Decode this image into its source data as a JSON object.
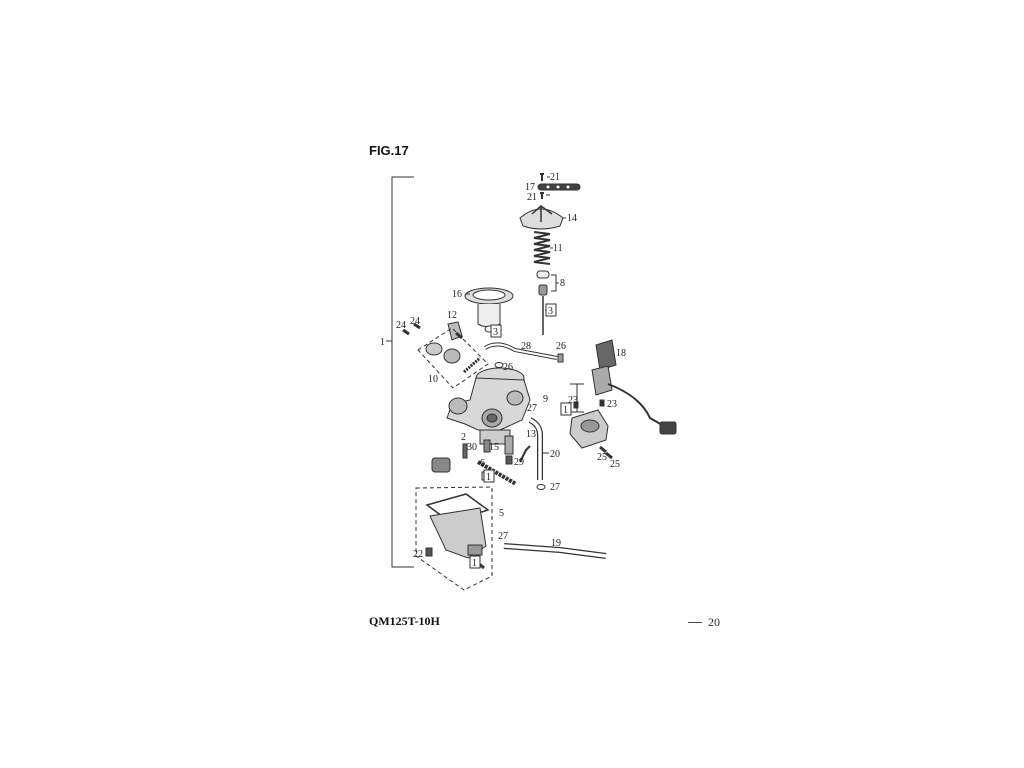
{
  "page": {
    "figure_label": "FIG.17",
    "model": "QM125T-10H",
    "page_number": "20",
    "page_dash": "—"
  },
  "callouts": {
    "c1": "1",
    "c2": "2",
    "c3a": "3",
    "c3b": "3",
    "c5": "5",
    "c6": "6",
    "c8": "8",
    "c9": "9",
    "c10": "10",
    "c11": "11",
    "c12": "12",
    "c13": "13",
    "c14": "14",
    "c15": "15",
    "c16": "16",
    "c17": "17",
    "c18": "18",
    "c19": "19",
    "c20": "20",
    "c21a": "21",
    "c21b": "21",
    "c22": "22",
    "c23a": "23",
    "c23b": "23",
    "c24a": "24",
    "c24b": "24",
    "c25a": "25",
    "c25b": "25",
    "c26a": "26",
    "c26b": "26",
    "c27a": "27",
    "c27b": "27",
    "c27c": "27",
    "c28": "28",
    "c29": "29",
    "c30": "30",
    "box1a": "1",
    "box1b": "1",
    "box1c": "1"
  }
}
